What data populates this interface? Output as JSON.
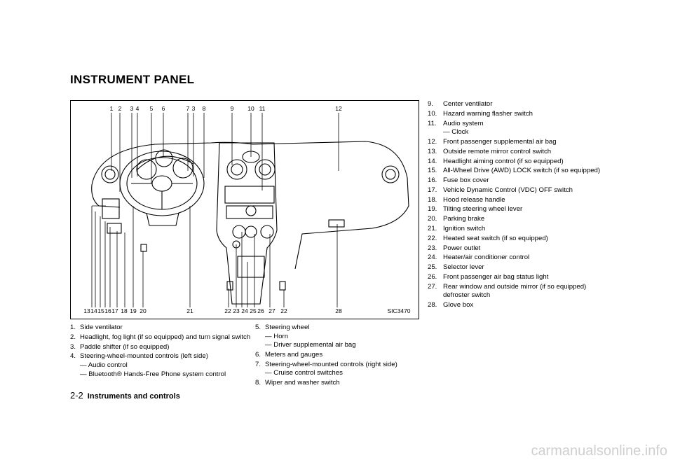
{
  "title": "INSTRUMENT PANEL",
  "figure": {
    "code": "SIC3470",
    "top_callouts": [
      "1",
      "2",
      "3",
      "4",
      "5",
      "6",
      "7",
      "3",
      "8",
      "9",
      "10",
      "11",
      "12"
    ],
    "bottom_callouts": [
      "13",
      "14",
      "15",
      "16",
      "17",
      "18",
      "19",
      "20",
      "21",
      "22",
      "23",
      "24",
      "25",
      "26",
      "27",
      "22",
      "28"
    ]
  },
  "col1": [
    {
      "num": "1.",
      "text": "Side ventilator",
      "subs": []
    },
    {
      "num": "2.",
      "text": "Headlight, fog light (if so equipped) and turn signal switch",
      "subs": []
    },
    {
      "num": "3.",
      "text": "Paddle shifter (if so equipped)",
      "subs": []
    },
    {
      "num": "4.",
      "text": "Steering-wheel-mounted controls (left side)",
      "subs": [
        "— Audio control",
        "— Bluetooth® Hands-Free Phone system control"
      ]
    }
  ],
  "col2": [
    {
      "num": "5.",
      "text": "Steering wheel",
      "subs": [
        "— Horn",
        "— Driver supplemental air bag"
      ]
    },
    {
      "num": "6.",
      "text": "Meters and gauges",
      "subs": []
    },
    {
      "num": "7.",
      "text": "Steering-wheel-mounted controls (right side)",
      "subs": [
        "— Cruise control switches"
      ]
    },
    {
      "num": "8.",
      "text": "Wiper and washer switch",
      "subs": []
    }
  ],
  "col3": [
    {
      "num": "9.",
      "text": "Center ventilator",
      "subs": []
    },
    {
      "num": "10.",
      "text": "Hazard warning flasher switch",
      "subs": []
    },
    {
      "num": "11.",
      "text": "Audio system",
      "subs": [
        "— Clock"
      ]
    },
    {
      "num": "12.",
      "text": "Front passenger supplemental air bag",
      "subs": []
    },
    {
      "num": "13.",
      "text": "Outside remote mirror control switch",
      "subs": []
    },
    {
      "num": "14.",
      "text": "Headlight aiming control (if so equipped)",
      "subs": []
    },
    {
      "num": "15.",
      "text": "All-Wheel Drive (AWD) LOCK switch (if so equipped)",
      "subs": []
    },
    {
      "num": "16.",
      "text": "Fuse box cover",
      "subs": []
    },
    {
      "num": "17.",
      "text": "Vehicle Dynamic Control (VDC) OFF switch",
      "subs": []
    },
    {
      "num": "18.",
      "text": "Hood release handle",
      "subs": []
    },
    {
      "num": "19.",
      "text": "Tilting steering wheel lever",
      "subs": []
    },
    {
      "num": "20.",
      "text": "Parking brake",
      "subs": []
    },
    {
      "num": "21.",
      "text": "Ignition switch",
      "subs": []
    },
    {
      "num": "22.",
      "text": "Heated seat switch (if so equipped)",
      "subs": []
    },
    {
      "num": "23.",
      "text": "Power outlet",
      "subs": []
    },
    {
      "num": "24.",
      "text": "Heater/air conditioner control",
      "subs": []
    },
    {
      "num": "25.",
      "text": "Selector lever",
      "subs": []
    },
    {
      "num": "26.",
      "text": "Front passenger air bag status light",
      "subs": []
    },
    {
      "num": "27.",
      "text": "Rear window and outside mirror (if so equipped) defroster switch",
      "subs": []
    },
    {
      "num": "28.",
      "text": "Glove box",
      "subs": []
    }
  ],
  "footer": {
    "page": "2-2",
    "section": "Instruments and controls"
  },
  "watermark": "carmanualsonline.info"
}
